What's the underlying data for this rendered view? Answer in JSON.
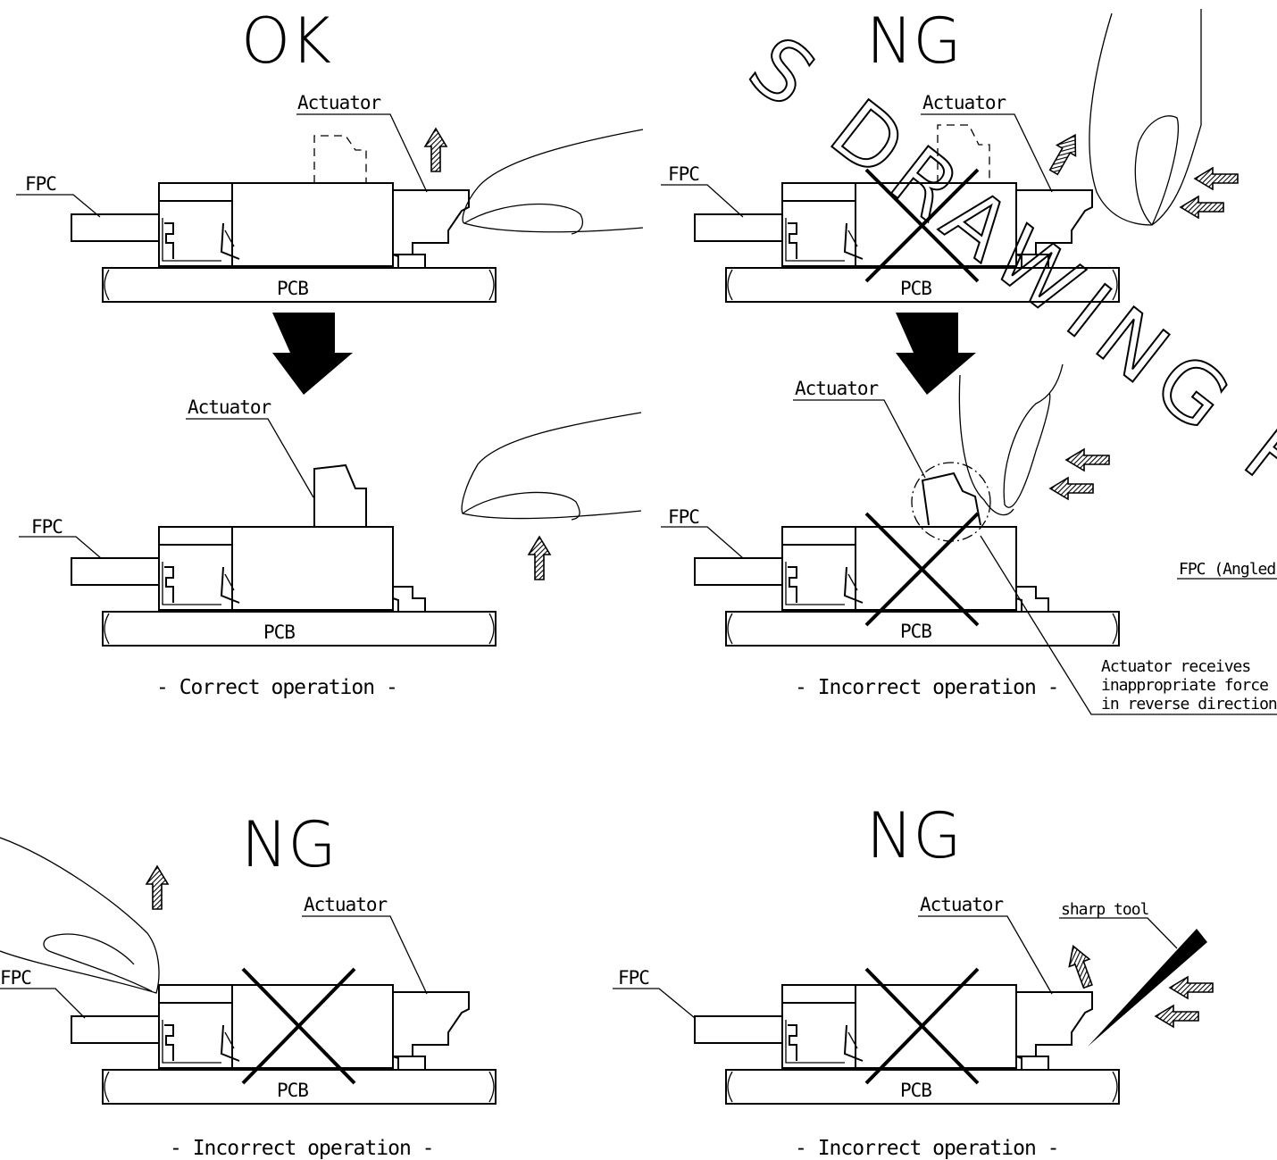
{
  "panels": {
    "top_left": {
      "status": "OK",
      "actuator_label": "Actuator",
      "fpc_label": "FPC",
      "pcb_label": "PCB"
    },
    "middle_left": {
      "actuator_label": "Actuator",
      "fpc_label": "FPC",
      "pcb_label": "PCB",
      "caption": "- Correct operation -"
    },
    "top_right": {
      "status": "NG",
      "actuator_label": "Actuator",
      "fpc_label": "FPC",
      "pcb_label": "PCB"
    },
    "middle_right": {
      "actuator_label": "Actuator",
      "fpc_label": "FPC",
      "pcb_label": "PCB",
      "caption": "- Incorrect operation -",
      "note_line1": "Actuator receives",
      "note_line2": "inappropriate force",
      "note_line3": "in reverse direction",
      "side_label": "FPC (Angled"
    },
    "bottom_left": {
      "status": "NG",
      "actuator_label": "Actuator",
      "fpc_label": "FPC",
      "pcb_label": "PCB",
      "caption": "- Incorrect operation -"
    },
    "bottom_right": {
      "status": "NG",
      "actuator_label": "Actuator",
      "tool_label": "sharp tool",
      "fpc_label": "FPC",
      "pcb_label": "PCB",
      "caption": "- Incorrect operation -"
    }
  },
  "watermark": "S DRAWING FO",
  "colors": {
    "ink": "#000000",
    "background": "#ffffff"
  }
}
